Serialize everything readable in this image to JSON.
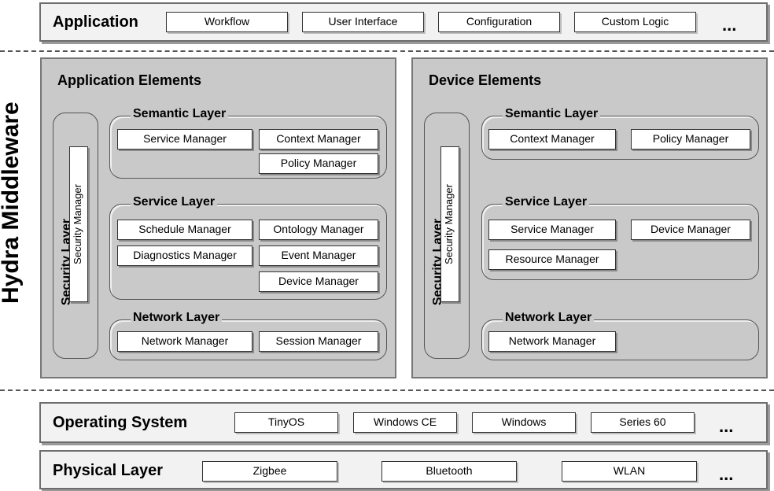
{
  "application": {
    "title": "Application",
    "items": [
      "Workflow",
      "User Interface",
      "Configuration",
      "Custom Logic"
    ],
    "more": "..."
  },
  "middleware_label": "Hydra Middleware",
  "app_elements": {
    "title": "Application Elements",
    "security_layer": "Security Layer",
    "security_manager": "Security Manager",
    "semantic": {
      "label": "Semantic Layer",
      "items": [
        "Service Manager",
        "Context Manager",
        "Policy Manager"
      ]
    },
    "service": {
      "label": "Service Layer",
      "items": [
        "Schedule Manager",
        "Ontology Manager",
        "Diagnostics Manager",
        "Event Manager",
        "Device Manager"
      ]
    },
    "network": {
      "label": "Network Layer",
      "items": [
        "Network Manager",
        "Session Manager"
      ]
    }
  },
  "device_elements": {
    "title": "Device Elements",
    "security_layer": "Security Layer",
    "security_manager": "Security Manager",
    "semantic": {
      "label": "Semantic Layer",
      "items": [
        "Context Manager",
        "Policy Manager"
      ]
    },
    "service": {
      "label": "Service Layer",
      "items": [
        "Service Manager",
        "Device Manager",
        "Resource Manager"
      ]
    },
    "network": {
      "label": "Network Layer",
      "items": [
        "Network Manager"
      ]
    }
  },
  "operating_system": {
    "title": "Operating System",
    "items": [
      "TinyOS",
      "Windows CE",
      "Windows",
      "Series 60"
    ],
    "more": "..."
  },
  "physical_layer": {
    "title": "Physical Layer",
    "items": [
      "Zigbee",
      "Bluetooth",
      "WLAN"
    ],
    "more": "..."
  }
}
